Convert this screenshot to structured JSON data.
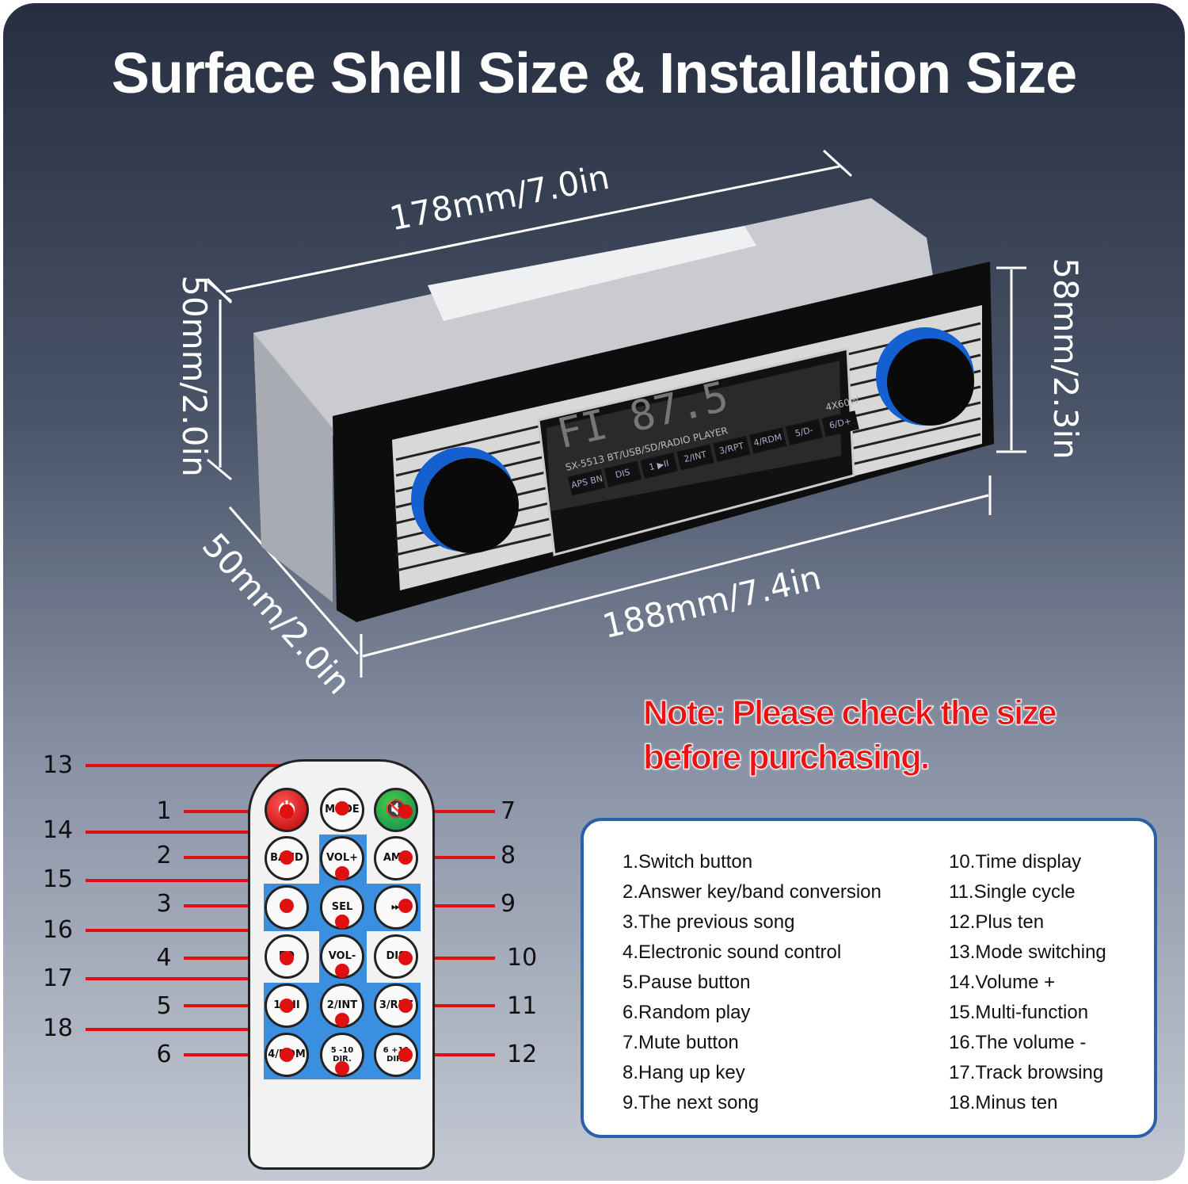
{
  "title": "Surface Shell Size & Installation Size",
  "dimensions": {
    "top_length": "178mm/7.0in",
    "bottom_length": "188mm/7.4in",
    "left_height": "50mm/2.0in",
    "right_height": "58mm/2.3in",
    "depth": "50mm/2.0in"
  },
  "radio": {
    "display": "FI 87.5",
    "model": "SX-5513",
    "desc": "BT/USB/SD/RADIO PLAYER",
    "power": "4X60W",
    "buttons": [
      "APS BND",
      "DIS",
      "1 ▶II",
      "2/INT",
      "3/RPT",
      "4/RDM",
      "5/D-",
      "6/D+"
    ]
  },
  "note": {
    "prefix": "Note:",
    "line1": " Please check the size",
    "line2": "before purchasing."
  },
  "remote": {
    "buttons": [
      "⏻",
      "MODE",
      "🔇",
      "BAND",
      "VOL+",
      "AMS",
      "⏮",
      "SEL",
      "⏭",
      "EQ",
      "VOL-",
      "DIS",
      "1/▶II",
      "2/INT",
      "3/RPT",
      "4/RDM",
      "5 -10 DIR.",
      "6 +10 DIR."
    ]
  },
  "callouts": {
    "left_outer": [
      "13",
      "14",
      "15",
      "16",
      "17",
      "18"
    ],
    "left_inner": [
      "1",
      "2",
      "3",
      "4",
      "5",
      "6"
    ],
    "right": [
      "7",
      "8",
      "9",
      "10",
      "11",
      "12"
    ]
  },
  "legend": {
    "col1": [
      "1.Switch button",
      "2.Answer key/band conversion",
      "3.The previous song",
      "4.Electronic sound control",
      "5.Pause button",
      "6.Random play",
      "7.Mute button",
      "8.Hang up key",
      "9.The next song"
    ],
    "col2": [
      "10.Time display",
      "11.Single cycle",
      "12.Plus ten",
      "13.Mode switching",
      "14.Volume +",
      "15.Multi-function",
      "16.The volume -",
      "17.Track browsing",
      "18.Minus ten"
    ]
  },
  "colors": {
    "callout": "#e01010",
    "legend_border": "#2d5fa8",
    "remote_blue": "#3b8fe0"
  }
}
